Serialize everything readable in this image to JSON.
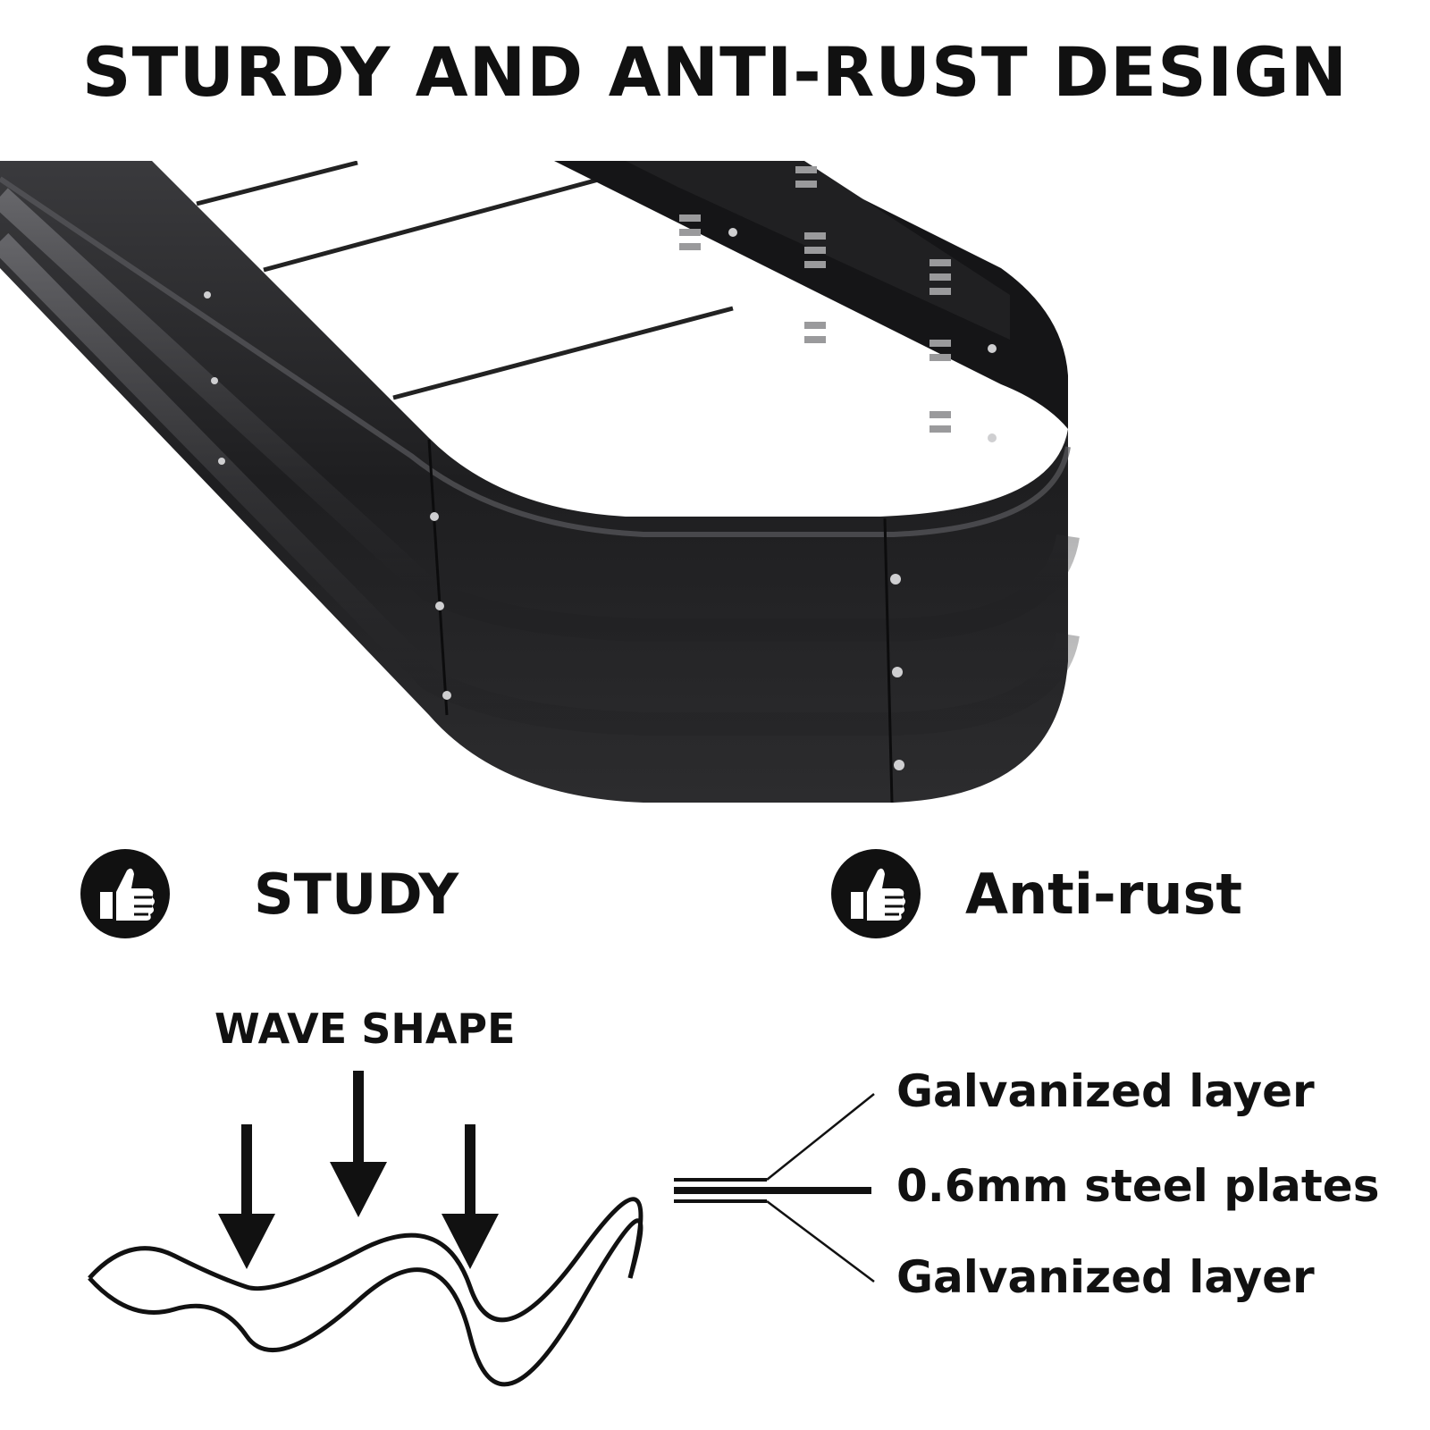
{
  "header": {
    "title": "STURDY AND ANTI-RUST DESIGN"
  },
  "features": [
    {
      "label": "STUDY",
      "icon": "thumbs-up-icon"
    },
    {
      "label": "Anti-rust",
      "icon": "thumbs-up-icon"
    }
  ],
  "wave": {
    "label": "WAVE SHAPE"
  },
  "layers": [
    {
      "label": "Galvanized layer"
    },
    {
      "label": "0.6mm steel plates"
    },
    {
      "label": "Galvanized layer"
    }
  ],
  "colors": {
    "ink": "#111111",
    "bed_metal": "#2a2a2c",
    "background": "#ffffff"
  }
}
